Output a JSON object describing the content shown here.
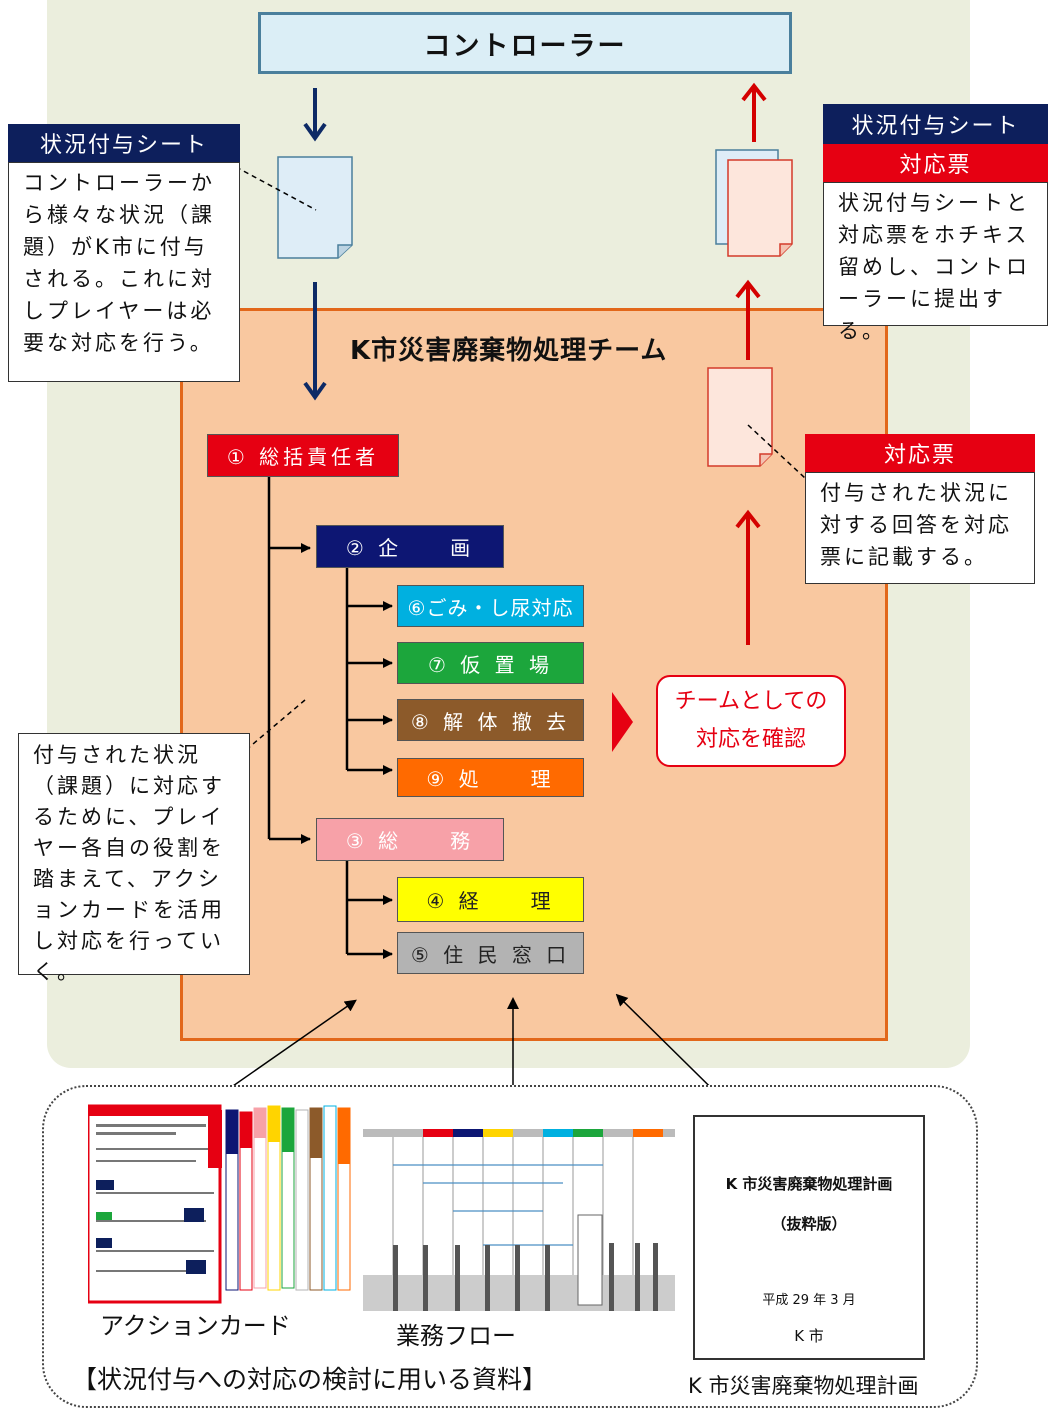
{
  "controller": "コントローラー",
  "left_sheet": {
    "title": "状況付与シート",
    "body": "コントローラーから様々な状況（課題）がK市に付与される。これに対しプレイヤーは必要な対応を行う。"
  },
  "right_sheet": {
    "title": "状況付与シート",
    "subtitle": "対応票",
    "body": "状況付与シートと対応票をホチキス留めし、コントローラーに提出する。"
  },
  "team_title": "K市災害廃棄物処理チーム",
  "response_note": {
    "title": "対応票",
    "body": "付与された状況に対する回答を対応票に記載する。"
  },
  "roles": {
    "r1": "① 総括責任者",
    "r2": "② 企　　画",
    "r6": "⑥ごみ・し尿対応",
    "r7": "⑦ 仮 置 場",
    "r8": "⑧ 解 体 撤 去",
    "r9": "⑨ 処　　理",
    "r3": "③ 総　　務",
    "r4": "④ 経　　理",
    "r5": "⑤ 住 民 窓 口"
  },
  "confirm": {
    "line1": "チームとしての",
    "line2": "対応を確認"
  },
  "player_note": "付与された状況（課題）に対応するために、プレイヤー各自の役割を踏まえて、アクションカードを活用し対応を行っていく。",
  "materials": {
    "action_card": "アクションカード",
    "flow": "業務フロー",
    "caption": "【状況付与への対応の検討に用いる資料】",
    "plan_caption": "K 市災害廃棄物処理計画",
    "plan_doc": {
      "title": "K 市災害廃棄物処理計画",
      "subtitle": "（抜粋版）",
      "date": "平成 29 年 3 月",
      "org": "K 市"
    }
  },
  "colors": {
    "r1": "#e60012",
    "r2": "#0d1673",
    "r6": "#00b0e0",
    "r7": "#1ca63c",
    "r8": "#8c5a2a",
    "r9": "#ff6a00",
    "r3": "#f7a1a8",
    "r4": "#ffff00",
    "r5": "#b3b3b3"
  }
}
